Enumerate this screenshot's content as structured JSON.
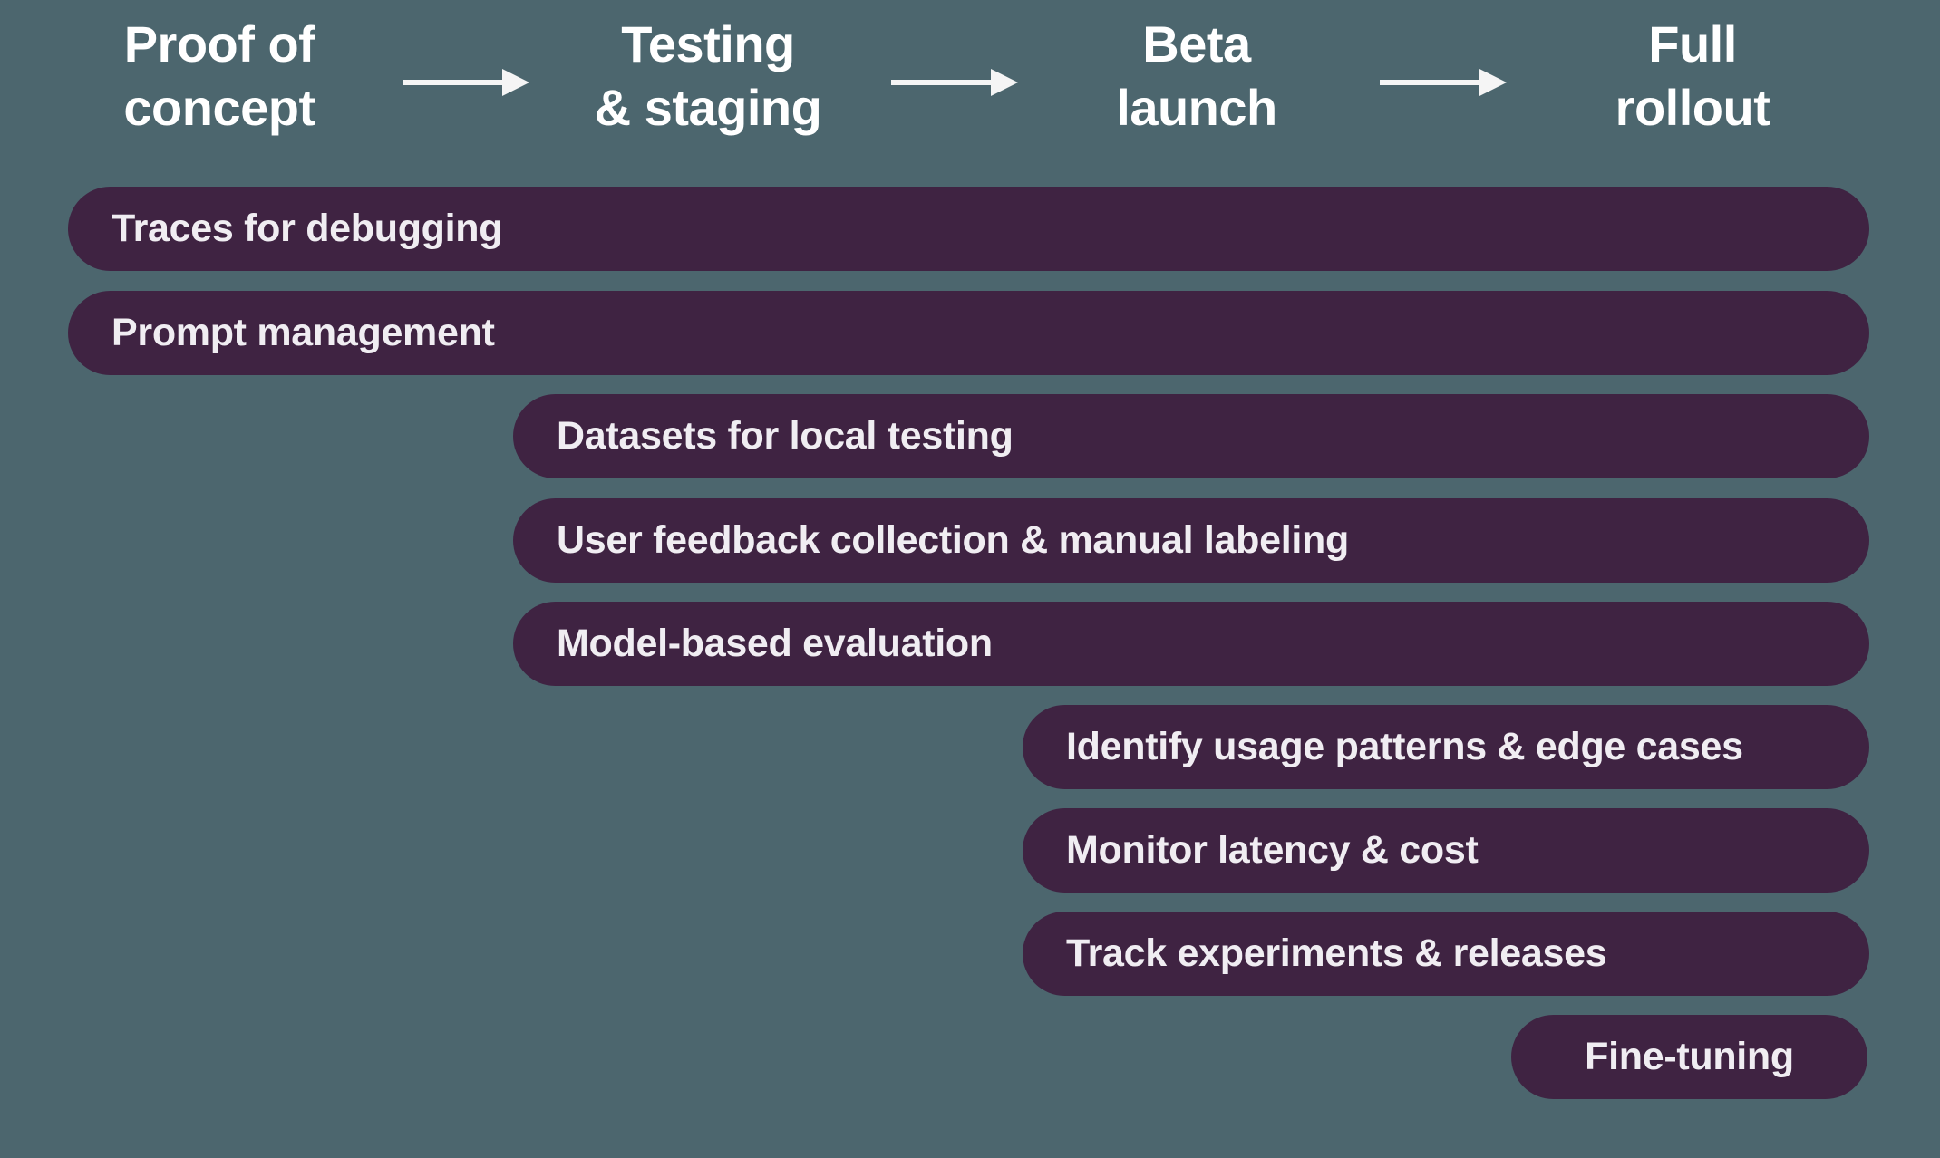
{
  "diagram": {
    "kind": "llm-app-development-lifecycle",
    "colors": {
      "background": "#4C666E",
      "bar_fill": "#3F2342",
      "bar_text": "#F0EDF2",
      "header_text": "#FFFFFF",
      "arrow": "#F5F5F5"
    },
    "stages": [
      {
        "line1": "Proof of",
        "line2": "concept"
      },
      {
        "line1": "Testing",
        "line2": "& staging"
      },
      {
        "line1": "Beta",
        "line2": "launch"
      },
      {
        "line1": "Full",
        "line2": "rollout"
      }
    ],
    "bars": [
      {
        "label": "Traces for debugging",
        "starts_at_stage": "Proof of concept"
      },
      {
        "label": "Prompt management",
        "starts_at_stage": "Proof of concept"
      },
      {
        "label": "Datasets for local testing",
        "starts_at_stage": "Testing & staging"
      },
      {
        "label": "User feedback collection & manual labeling",
        "starts_at_stage": "Testing & staging"
      },
      {
        "label": "Model-based evaluation",
        "starts_at_stage": "Testing & staging"
      },
      {
        "label": "Identify usage patterns & edge cases",
        "starts_at_stage": "Beta launch"
      },
      {
        "label": "Monitor latency & cost",
        "starts_at_stage": "Beta launch"
      },
      {
        "label": "Track experiments & releases",
        "starts_at_stage": "Beta launch"
      },
      {
        "label": "Fine-tuning",
        "starts_at_stage": "Full rollout"
      }
    ]
  }
}
